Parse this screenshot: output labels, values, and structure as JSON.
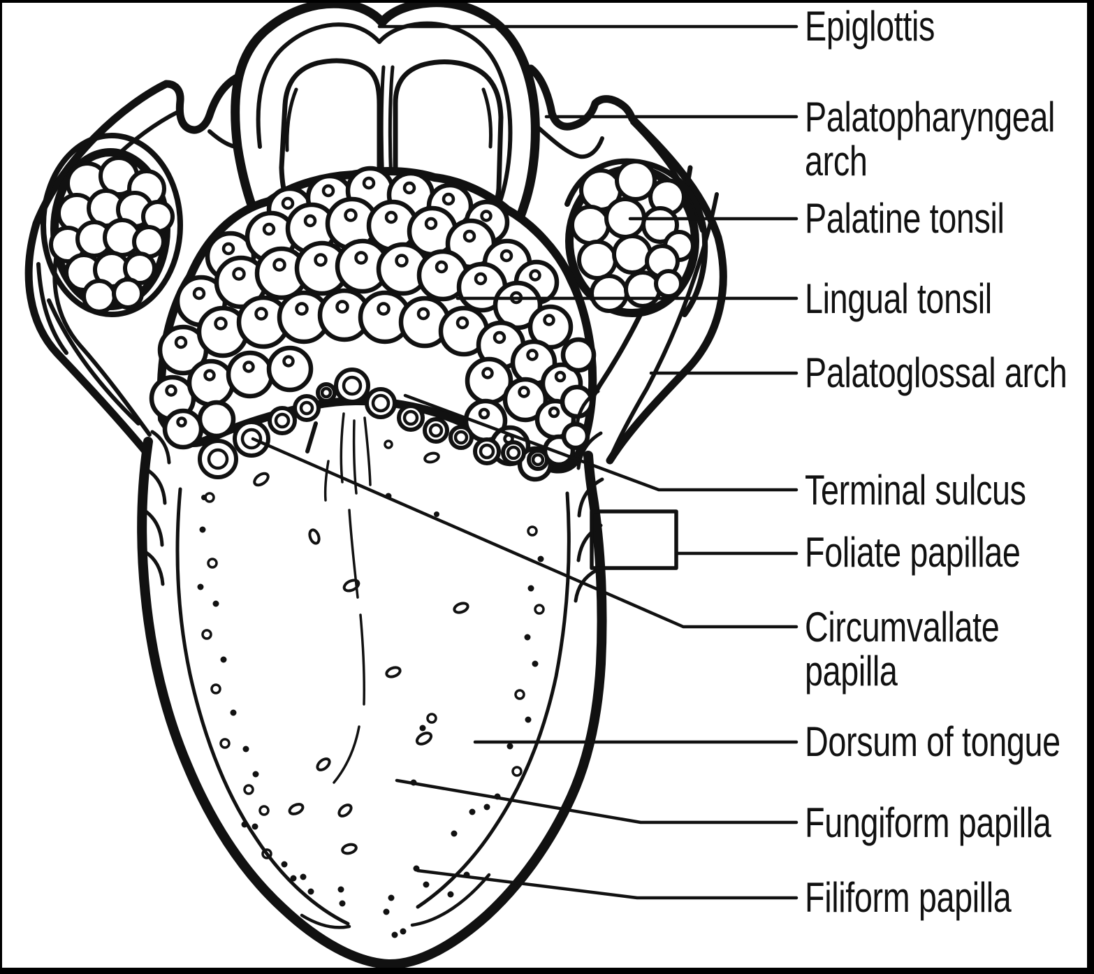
{
  "figure": {
    "type": "anatomical-line-diagram",
    "subject": "Dorsum of tongue with labeled structures"
  },
  "colors": {
    "ink": "#111111",
    "background": "#ffffff"
  },
  "labels": {
    "epiglottis": "Epiglottis",
    "palatopharyngeal_arch": "Palatopharyngeal arch",
    "palatine_tonsil": "Palatine tonsil",
    "lingual_tonsil": "Lingual tonsil",
    "palatoglossal_arch": "Palatoglossal arch",
    "terminal_sulcus": "Terminal sulcus",
    "foliate_papillae": "Foliate papillae",
    "circumvallate_papilla": "Circumvallate papilla",
    "dorsum_of_tongue": "Dorsum of tongue",
    "fungiform_papilla": "Fungiform papilla",
    "filiform_papilla": "Filiform papilla"
  }
}
